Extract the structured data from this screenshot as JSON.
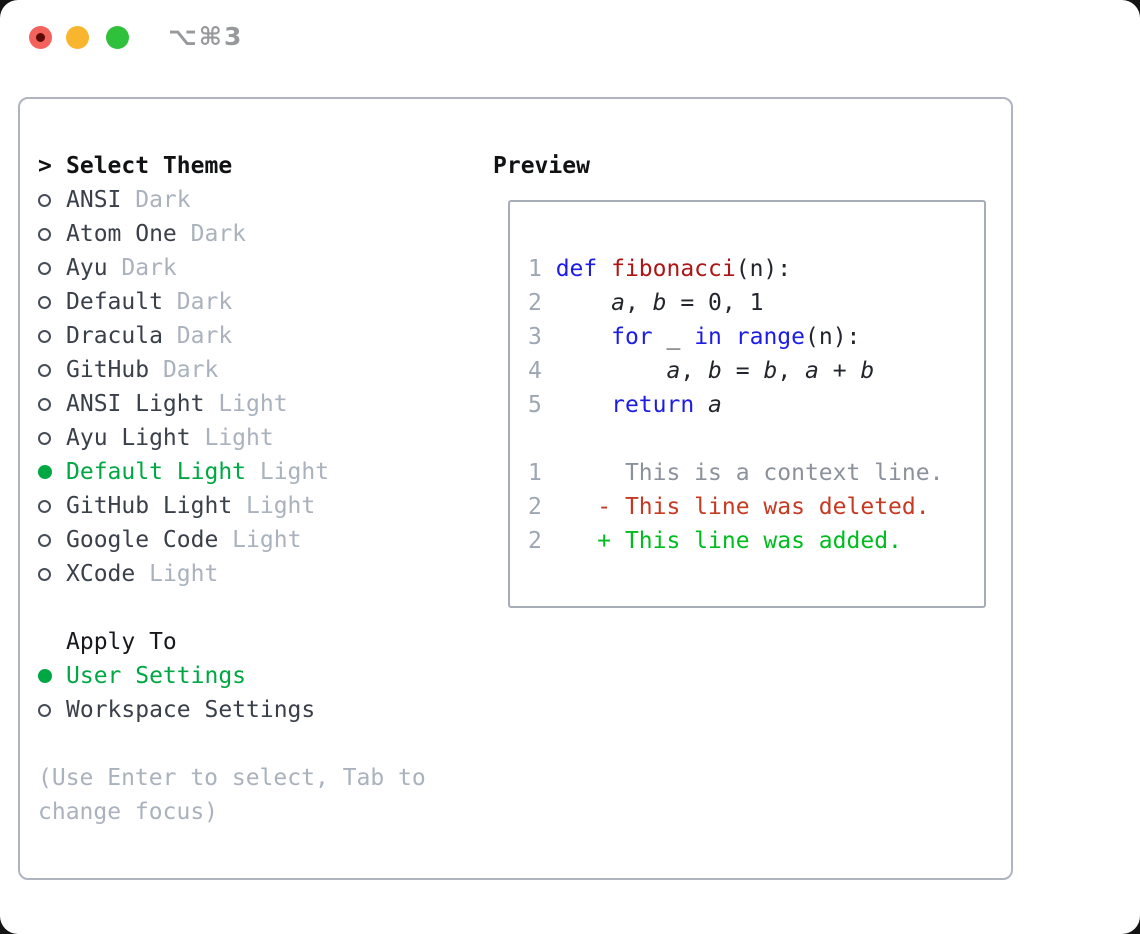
{
  "window": {
    "title": "⌥⌘3",
    "traffic_lights": [
      {
        "name": "close-button",
        "color": "#f4625c",
        "has_dot": true
      },
      {
        "name": "minimize-button",
        "color": "#f9b52e",
        "has_dot": false
      },
      {
        "name": "zoom-button",
        "color": "#30c13c",
        "has_dot": false
      }
    ]
  },
  "theme_list": {
    "pointer": ">",
    "header": "Select Theme",
    "items": [
      {
        "name": "ANSI",
        "tag": "Dark",
        "selected": false
      },
      {
        "name": "Atom One",
        "tag": "Dark",
        "selected": false
      },
      {
        "name": "Ayu",
        "tag": "Dark",
        "selected": false
      },
      {
        "name": "Default",
        "tag": "Dark",
        "selected": false
      },
      {
        "name": "Dracula",
        "tag": "Dark",
        "selected": false
      },
      {
        "name": "GitHub",
        "tag": "Dark",
        "selected": false
      },
      {
        "name": "ANSI Light",
        "tag": "Light",
        "selected": false
      },
      {
        "name": "Ayu Light",
        "tag": "Light",
        "selected": false
      },
      {
        "name": "Default Light",
        "tag": "Light",
        "selected": true
      },
      {
        "name": "GitHub Light",
        "tag": "Light",
        "selected": false
      },
      {
        "name": "Google Code",
        "tag": "Light",
        "selected": false
      },
      {
        "name": "XCode",
        "tag": "Light",
        "selected": false
      }
    ]
  },
  "apply_to": {
    "header": "Apply To",
    "options": [
      {
        "label": "User Settings",
        "selected": true
      },
      {
        "label": "Workspace Settings",
        "selected": false
      }
    ]
  },
  "help_text": "(Use Enter to select, Tab to\nchange focus)",
  "preview": {
    "header": "Preview",
    "code_lines": [
      {
        "num": "1",
        "segments": [
          {
            "t": "def ",
            "c": "kw"
          },
          {
            "t": "fibonacci",
            "c": "fn"
          },
          {
            "t": "(n):",
            "c": "tx"
          }
        ]
      },
      {
        "num": "2",
        "segments": [
          {
            "t": "    ",
            "c": "tx"
          },
          {
            "t": "a",
            "c": "var"
          },
          {
            "t": ", ",
            "c": "tx"
          },
          {
            "t": "b",
            "c": "var"
          },
          {
            "t": " = 0, 1",
            "c": "tx"
          }
        ]
      },
      {
        "num": "3",
        "segments": [
          {
            "t": "    ",
            "c": "tx"
          },
          {
            "t": "for",
            "c": "kw"
          },
          {
            "t": " _ ",
            "c": "tx"
          },
          {
            "t": "in",
            "c": "kw"
          },
          {
            "t": " ",
            "c": "tx"
          },
          {
            "t": "range",
            "c": "kw"
          },
          {
            "t": "(n):",
            "c": "tx"
          }
        ]
      },
      {
        "num": "4",
        "segments": [
          {
            "t": "        ",
            "c": "tx"
          },
          {
            "t": "a",
            "c": "var"
          },
          {
            "t": ", ",
            "c": "tx"
          },
          {
            "t": "b",
            "c": "var"
          },
          {
            "t": " = ",
            "c": "tx"
          },
          {
            "t": "b",
            "c": "var"
          },
          {
            "t": ", ",
            "c": "tx"
          },
          {
            "t": "a",
            "c": "var"
          },
          {
            "t": " + ",
            "c": "tx"
          },
          {
            "t": "b",
            "c": "var"
          }
        ]
      },
      {
        "num": "5",
        "segments": [
          {
            "t": "    ",
            "c": "tx"
          },
          {
            "t": "return",
            "c": "kw"
          },
          {
            "t": " ",
            "c": "tx"
          },
          {
            "t": "a",
            "c": "var"
          }
        ]
      }
    ],
    "diff_lines": [
      {
        "num": "1",
        "prefix": "  ",
        "text": "This is a context line.",
        "type": "context"
      },
      {
        "num": "2",
        "prefix": "- ",
        "text": "This line was deleted.",
        "type": "deleted"
      },
      {
        "num": "2",
        "prefix": "+ ",
        "text": "This line was added.",
        "type": "added"
      }
    ]
  },
  "palette": {
    "accent_green": "#00a843",
    "added_green": "#00bd1f",
    "deleted_red": "#c53a22",
    "keyword_blue": "#1c1ce6",
    "function_red": "#ae1616",
    "text_dark": "#22262c",
    "item_text": "#3a404a",
    "muted": "#a9b2bd",
    "line_number": "#9da7b3",
    "context_gray": "#8b929b"
  }
}
